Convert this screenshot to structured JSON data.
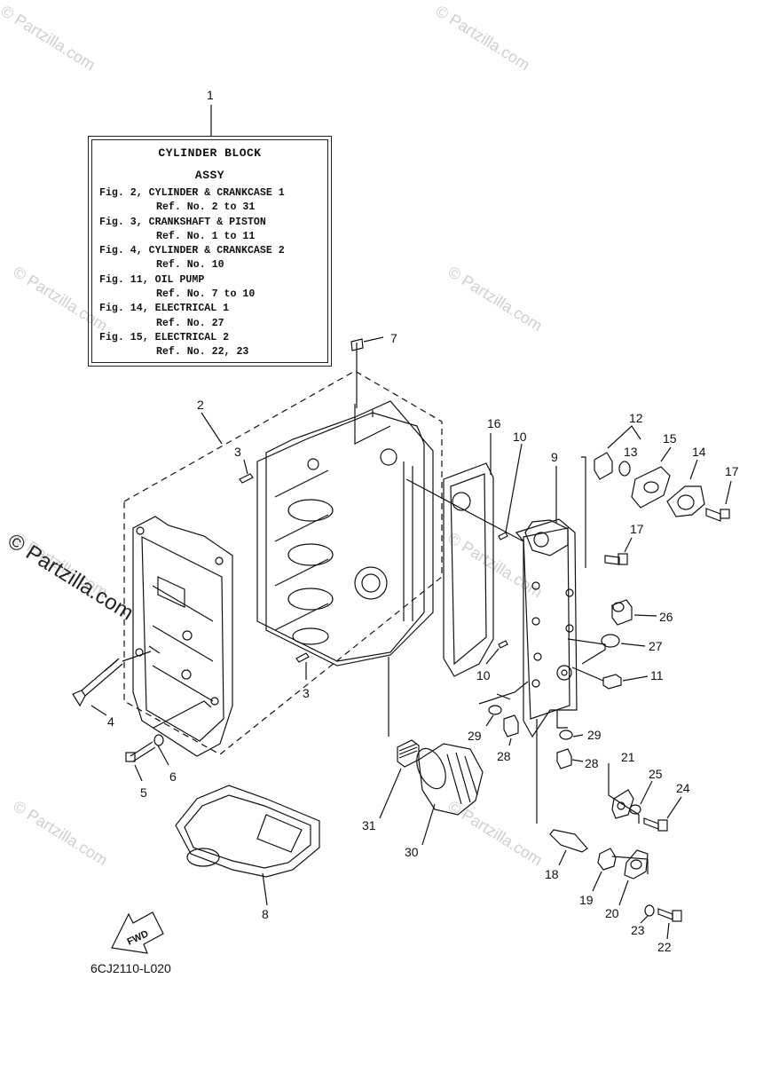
{
  "watermark": "© Partzilla.com",
  "watermark_faint": "© Partzilla.com",
  "info_box": {
    "ref": "1",
    "title_line1": "CYLINDER BLOCK",
    "title_line2": "ASSY",
    "lines": [
      "Fig. 2, CYLINDER & CRANKCASE 1",
      "Ref. No. 2 to 31",
      "Fig. 3, CRANKSHAFT & PISTON",
      "Ref. No. 1 to 11",
      "Fig. 4, CYLINDER & CRANKCASE 2",
      "Ref. No. 10",
      "Fig. 11, OIL PUMP",
      "Ref. No. 7 to 10",
      "Fig. 14, ELECTRICAL 1",
      "Ref. No. 27",
      "Fig. 15, ELECTRICAL 2",
      "Ref. No. 22, 23"
    ]
  },
  "callouts": {
    "c1": "1",
    "c2": "2",
    "c3a": "3",
    "c3b": "3",
    "c4": "4",
    "c5": "5",
    "c6": "6",
    "c7": "7",
    "c8": "8",
    "c9": "9",
    "c10a": "10",
    "c10b": "10",
    "c11": "11",
    "c12": "12",
    "c13": "13",
    "c14": "14",
    "c15": "15",
    "c16": "16",
    "c17a": "17",
    "c17b": "17",
    "c18": "18",
    "c19": "19",
    "c20": "20",
    "c21": "21",
    "c22": "22",
    "c23": "23",
    "c24": "24",
    "c25": "25",
    "c26": "26",
    "c27": "27",
    "c28a": "28",
    "c28b": "28",
    "c29a": "29",
    "c29b": "29",
    "c30": "30",
    "c31": "31"
  },
  "fwd_label": "FWD",
  "diagram_code": "6CJ2110-L020"
}
